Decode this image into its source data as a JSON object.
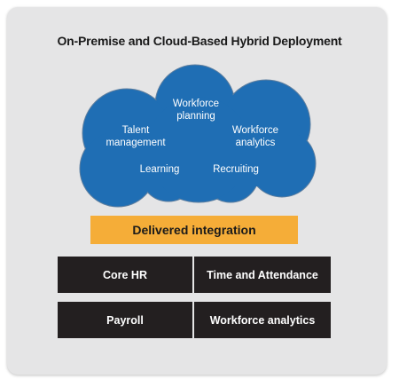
{
  "title": "On-Premise and Cloud-Based Hybrid Deployment",
  "cloud": {
    "items": [
      {
        "label": "Workforce\nplanning"
      },
      {
        "label": "Talent\nmanagement"
      },
      {
        "label": "Workforce\nanalytics"
      },
      {
        "label": "Learning"
      },
      {
        "label": "Recruiting"
      }
    ]
  },
  "integration": {
    "label": "Delivered integration"
  },
  "modules": {
    "row1": [
      "Core HR",
      "Time and Attendance"
    ],
    "row2": [
      "Payroll",
      "Workforce analytics"
    ]
  },
  "colors": {
    "panel": "#e5e5e6",
    "cloud": "#1f6eb4",
    "integration": "#f5ad38",
    "module": "#231f20"
  }
}
